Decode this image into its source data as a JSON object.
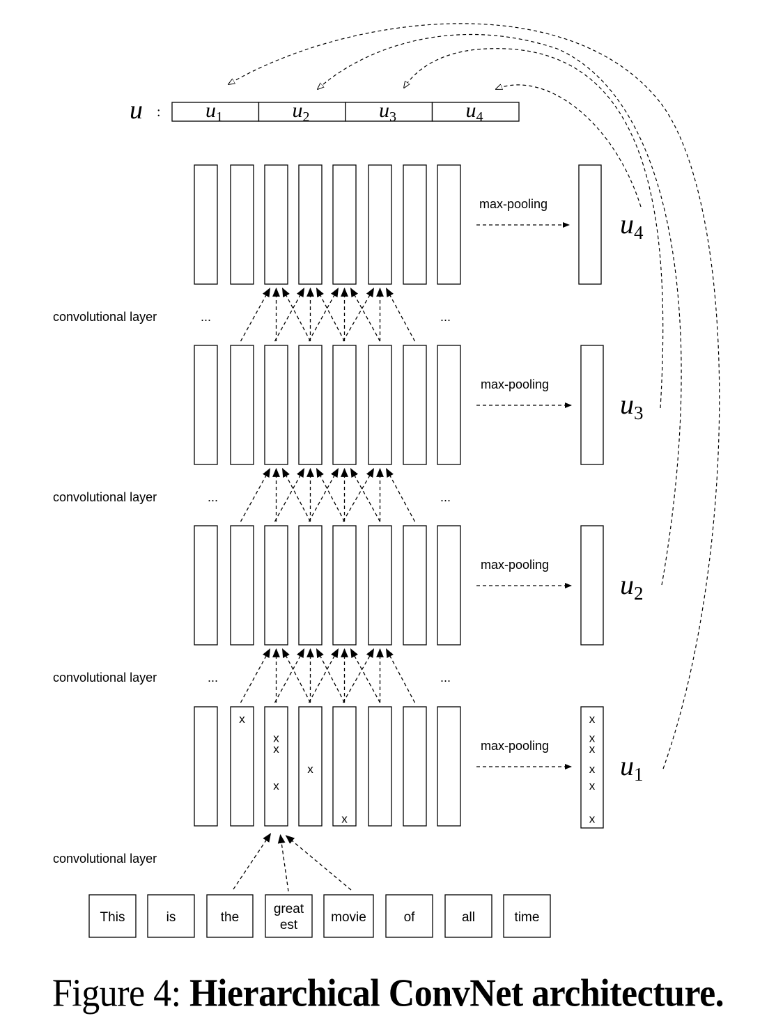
{
  "figure": {
    "caption_prefix": "Figure 4:",
    "caption_title": "Hierarchical ConvNet architecture.",
    "colors": {
      "stroke": "#000000",
      "background": "#ffffff"
    }
  },
  "output_vector": {
    "label": "u",
    "separator": ":",
    "cells": [
      {
        "name": "u",
        "sub": "1"
      },
      {
        "name": "u",
        "sub": "2"
      },
      {
        "name": "u",
        "sub": "3"
      },
      {
        "name": "u",
        "sub": "4"
      }
    ]
  },
  "layers": [
    {
      "level": 4,
      "pool_label": "max-pooling",
      "output": {
        "name": "u",
        "sub": "4"
      },
      "conv_label": "convolutional layer"
    },
    {
      "level": 3,
      "pool_label": "max-pooling",
      "output": {
        "name": "u",
        "sub": "3"
      },
      "conv_label": "convolutional layer"
    },
    {
      "level": 2,
      "pool_label": "max-pooling",
      "output": {
        "name": "u",
        "sub": "2"
      },
      "conv_label": "convolutional layer"
    },
    {
      "level": 1,
      "pool_label": "max-pooling",
      "output": {
        "name": "u",
        "sub": "1"
      },
      "conv_label": "convolutional layer"
    }
  ],
  "ellipsis": "...",
  "feature_marks": {
    "mark": "x",
    "bottom_layer_columns": [
      {
        "column": 2,
        "positions": [
          0.1
        ]
      },
      {
        "column": 3,
        "positions": [
          0.26,
          0.35,
          0.66
        ]
      },
      {
        "column": 4,
        "positions": [
          0.52
        ]
      },
      {
        "column": 5,
        "positions": [
          0.94
        ]
      }
    ],
    "pooled_positions": [
      0.1,
      0.26,
      0.35,
      0.52,
      0.66,
      0.94
    ]
  },
  "input_words": [
    "This",
    "is",
    "the",
    "great\nest",
    "movie",
    "of",
    "all",
    "time"
  ]
}
